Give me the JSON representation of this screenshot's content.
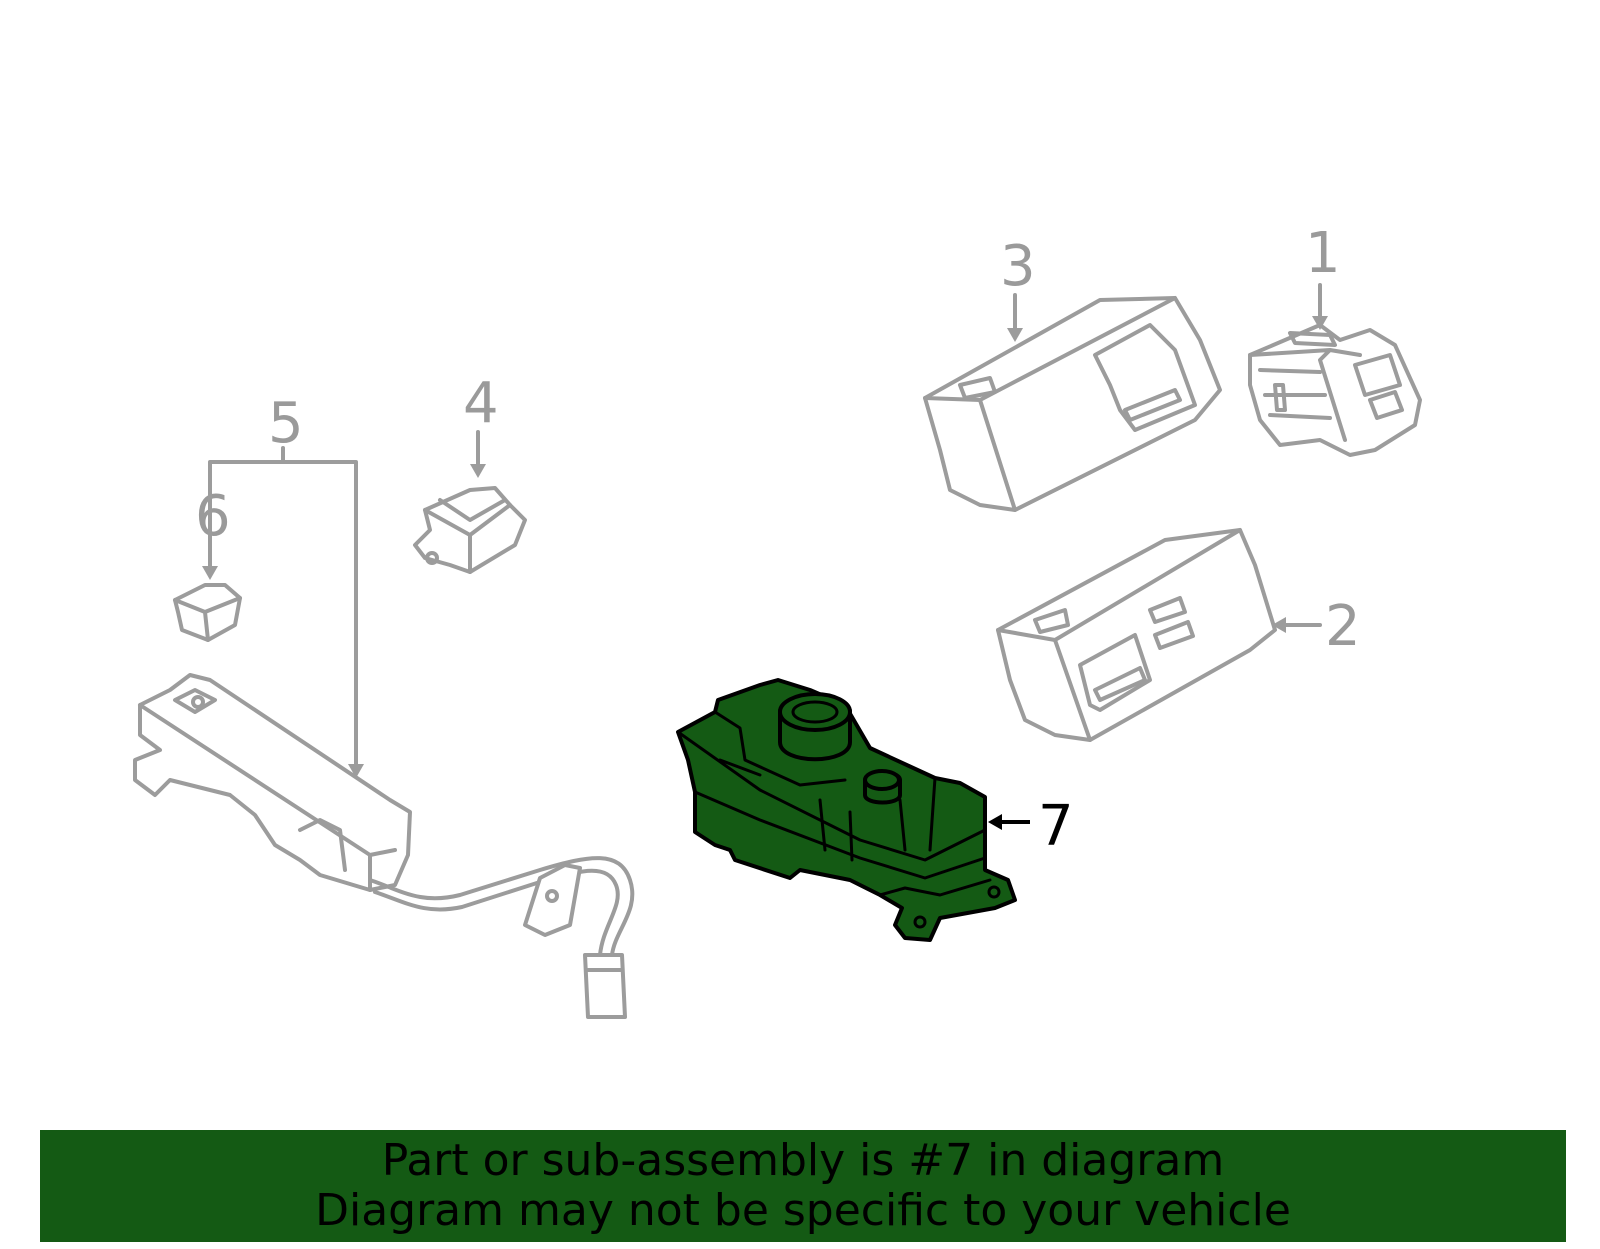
{
  "callouts": {
    "c1": "1",
    "c2": "2",
    "c3": "3",
    "c4": "4",
    "c5": "5",
    "c6": "6",
    "c7": "7"
  },
  "banner": {
    "line1": "Part or sub-assembly is #7 in diagram",
    "line2": "Diagram may not be specific to your vehicle"
  },
  "colors": {
    "highlight": "#145a14",
    "outline": "#9c9c9c",
    "selected_label": "#000000"
  }
}
